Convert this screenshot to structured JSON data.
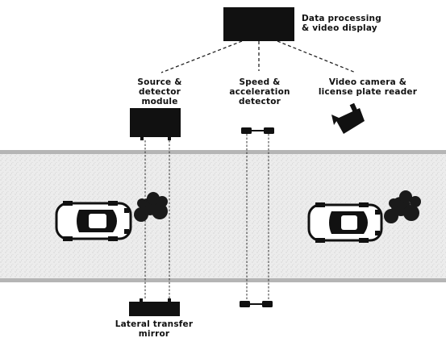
{
  "diagram": {
    "labels": {
      "data_processing": "Data processing\n& video display",
      "source_detector": "Source &\ndetector module",
      "speed_accel": "Speed &\nacceleration\ndetector",
      "camera": "Video camera &\nlicense plate reader",
      "mirror": "Lateral transfer\nmirror"
    },
    "colors": {
      "box": "#111111",
      "road": "#e6e6e6",
      "road_edge": "#9a9a9a",
      "car_body": "#ffffff",
      "car_glass": "#111111",
      "exhaust": "#1a1a1a",
      "dash": "#222222"
    },
    "icons": [
      "car-icon",
      "exhaust-cloud-icon",
      "camera-icon",
      "sensor-icon"
    ]
  }
}
